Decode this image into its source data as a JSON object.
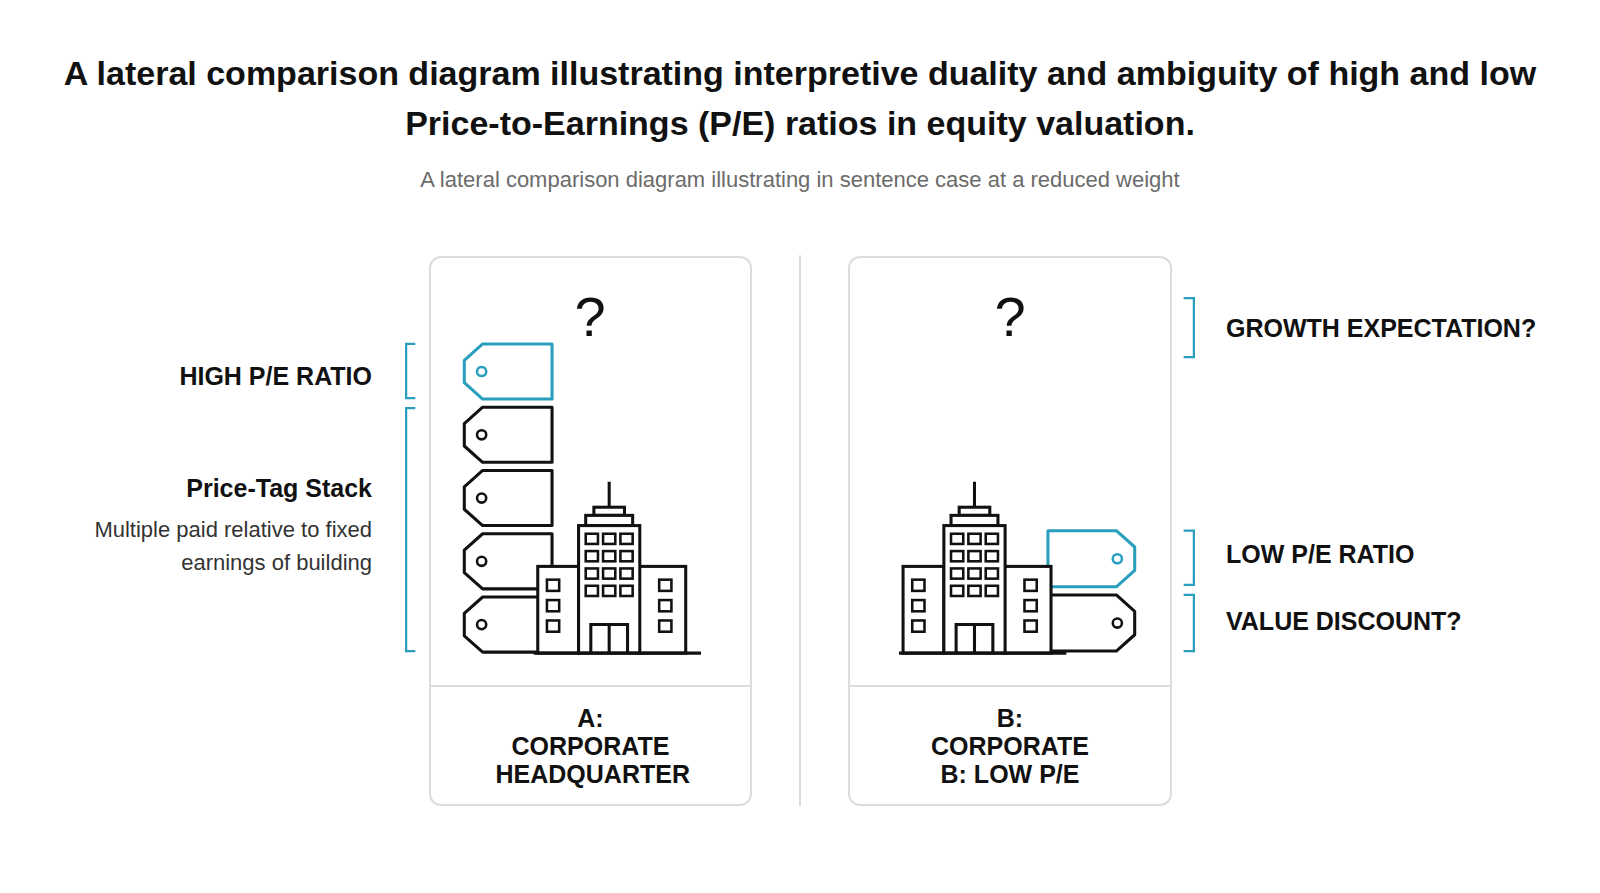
{
  "diagram": {
    "title": "A lateral comparison diagram illustrating interpretive duality and ambiguity of high and low Price-to-Earnings (P/E) ratios in equity valuation.",
    "caption": "A lateral comparison diagram illustrating in sentence case at a reduced weight",
    "nodes": [
      {
        "text": [
          "A: CORPORATE HEADQUARTER"
        ]
      },
      {
        "text": [
          "B: CORPORATE B: LOW P/E"
        ]
      }
    ],
    "labels": [
      "HIGH P/E RATIO",
      "Price-Tag Stack",
      "Multiple paid relative to fixed earnings of building",
      "?",
      "?",
      "GROWTH EXPECTATION?",
      "LOW P/E RATIO",
      "VALUE DISCOUNT?"
    ]
  }
}
